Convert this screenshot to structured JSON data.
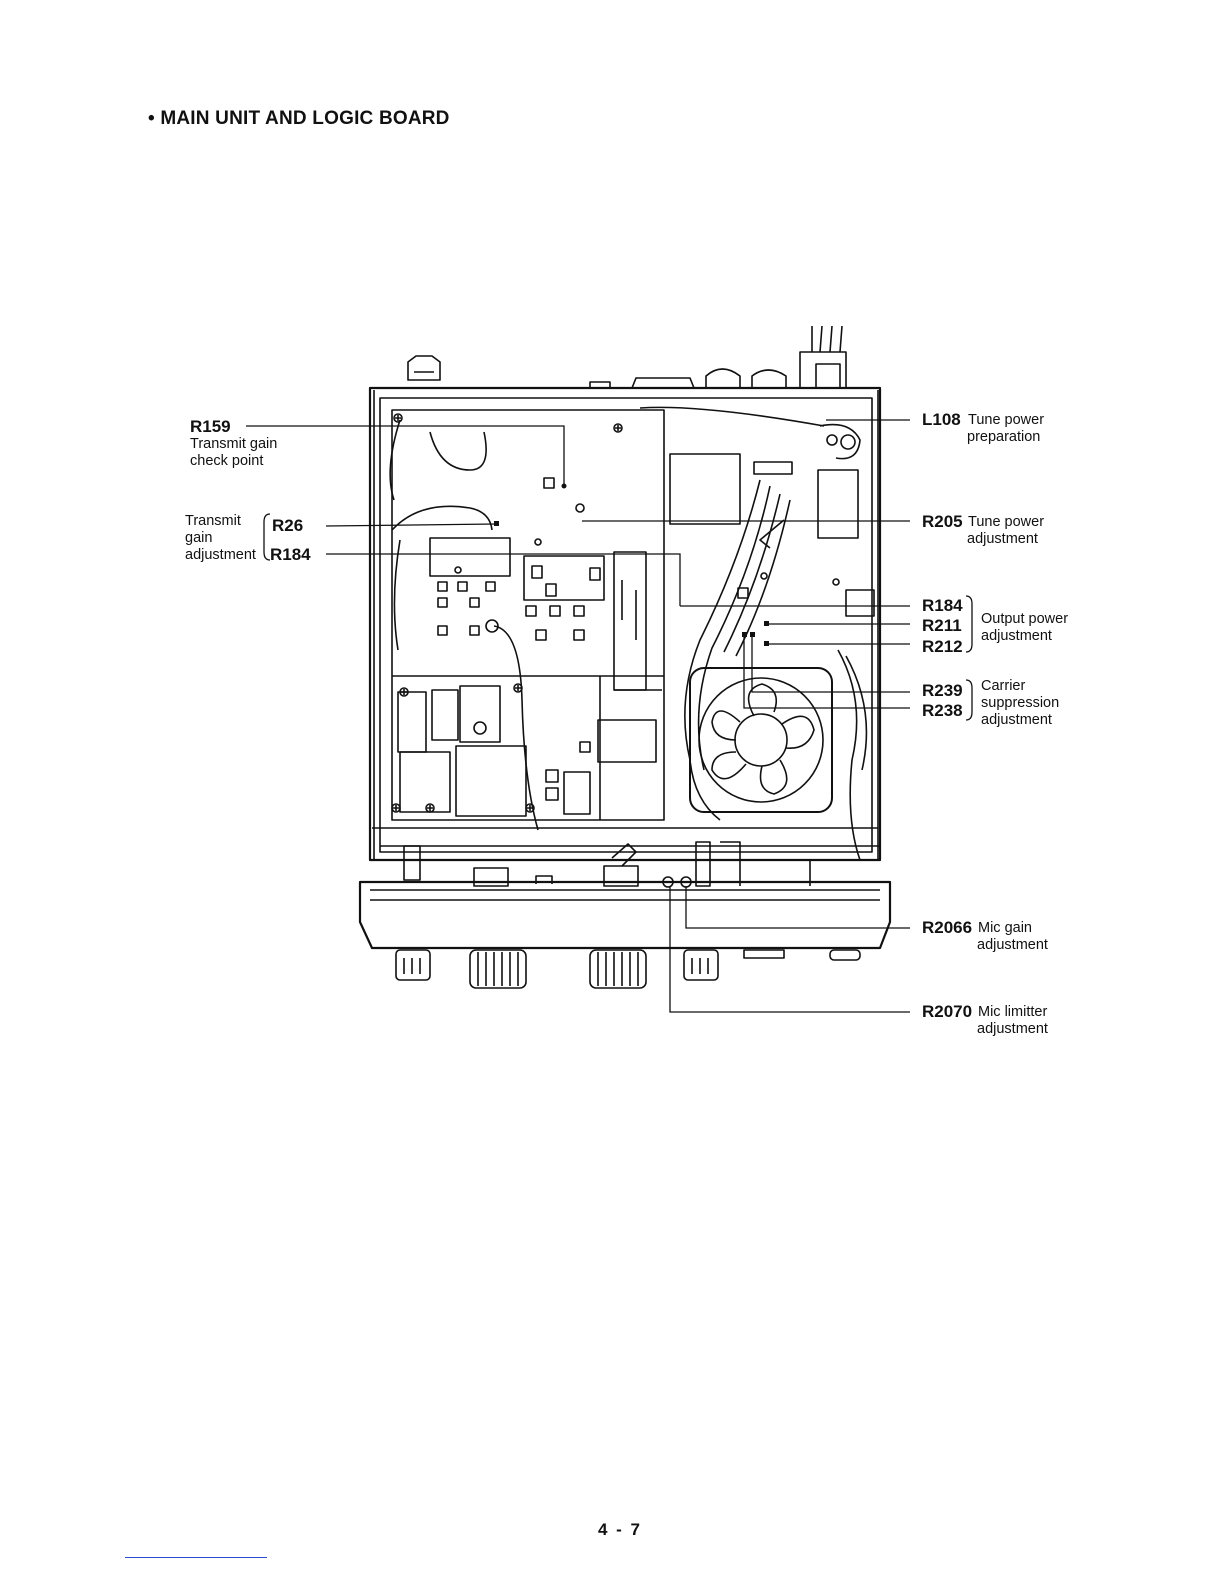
{
  "heading": "• MAIN UNIT AND LOGIC BOARD",
  "callouts": {
    "r159": {
      "ref": "R159",
      "desc": [
        "Transmit gain",
        "check point"
      ]
    },
    "transmit_gain": {
      "desc": [
        "Transmit",
        "gain",
        "adjustment"
      ],
      "refs": [
        "R26",
        "R184"
      ]
    },
    "l108": {
      "ref": "L108",
      "desc": [
        "Tune power",
        "preparation"
      ]
    },
    "r205": {
      "ref": "R205",
      "desc": [
        "Tune power",
        "adjustment"
      ]
    },
    "output_power": {
      "refs": [
        "R184",
        "R211",
        "R212"
      ],
      "desc": [
        "Output power",
        "adjustment"
      ]
    },
    "carrier": {
      "refs": [
        "R239",
        "R238"
      ],
      "desc": [
        "Carrier",
        "suppression",
        "adjustment"
      ]
    },
    "r2066": {
      "ref": "R2066",
      "desc": [
        "Mic gain",
        "adjustment"
      ]
    },
    "r2070": {
      "ref": "R2070",
      "desc": [
        "Mic limitter",
        "adjustment"
      ]
    }
  },
  "page_number": "4 - 7"
}
